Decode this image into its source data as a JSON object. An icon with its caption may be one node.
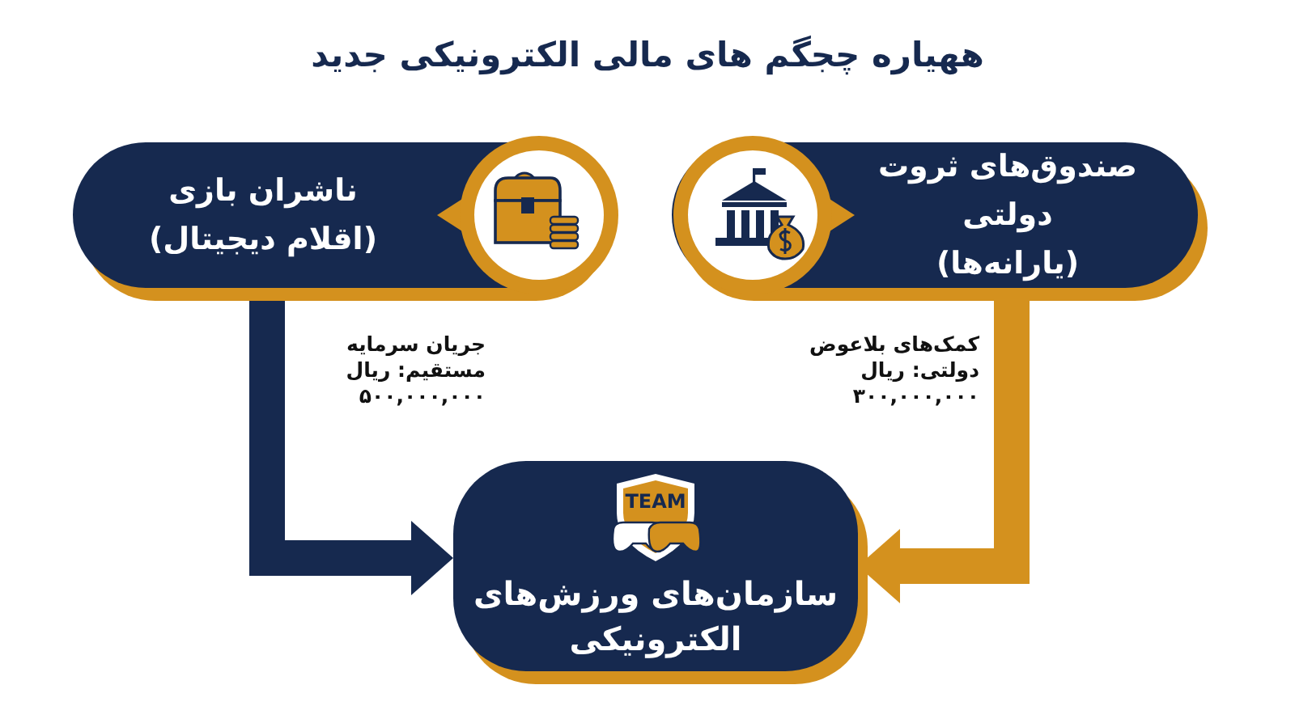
{
  "diagram": {
    "title": "ههیاره چجگم های مالی الکترونیکی جدید",
    "nodes": [
      {
        "text": [
          "صندوق‌های ثروت دولتی",
          "(یارانه‌ها)"
        ]
      },
      {
        "text": [
          "ناشران بازی",
          "(اقلام دیجیتال)"
        ]
      },
      {
        "text": [
          "سازمان‌های ورزش‌های الکترونیکی"
        ]
      }
    ],
    "edges": [
      {
        "from": 0,
        "to": 2,
        "arrow": "to",
        "label": "کمک‌های بلاعوض دولتی: ریال ۳۰۰,۰۰۰,۰۰۰",
        "color": "#d4911e"
      },
      {
        "from": 1,
        "to": 2,
        "arrow": "to",
        "label": "جریان سرمایه مستقیم: ریال ۵۰۰,۰۰۰,۰۰۰",
        "color": "#16294f"
      }
    ],
    "labels": [
      "TEAM"
    ]
  }
}
